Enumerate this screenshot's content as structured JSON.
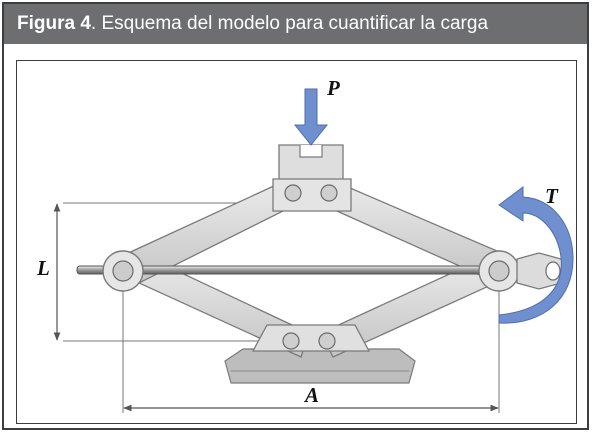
{
  "caption": {
    "figure_label": "Figura 4",
    "text": ". Esquema del modelo para cuantificar la carga"
  },
  "diagram": {
    "labels": {
      "load": "P",
      "torque": "T",
      "height": "L",
      "width": "A"
    },
    "colors": {
      "arrow": "#6f8fcf",
      "jack_body": "#d6d6d6",
      "jack_outline": "#7a7a7a",
      "dimension_line": "#555555"
    }
  }
}
